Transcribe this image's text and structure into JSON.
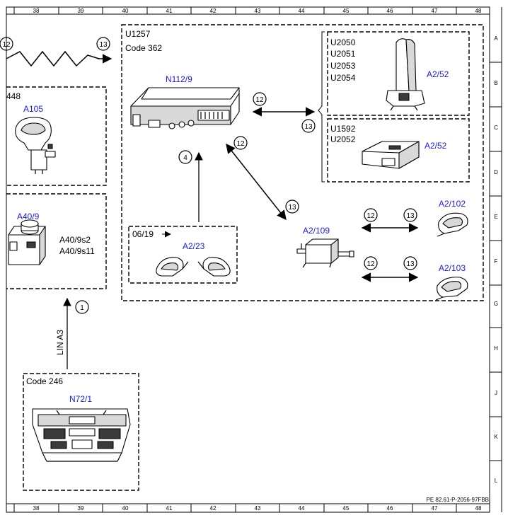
{
  "grid": {
    "columns": [
      "38",
      "39",
      "40",
      "41",
      "42",
      "43",
      "44",
      "45",
      "46",
      "47",
      "48"
    ],
    "rows": [
      "A",
      "B",
      "C",
      "D",
      "E",
      "F",
      "G",
      "H",
      "J",
      "K",
      "L"
    ]
  },
  "labels": {
    "u1257": "U1257",
    "code362": "Code 362",
    "n112_9": "N112/9",
    "u2050": "U2050",
    "u2051": "U2051",
    "u2053": "U2053",
    "u2054": "U2054",
    "a2_52_top": "A2/52",
    "u1592": "U1592",
    "u2052": "U2052",
    "a2_52_bottom": "A2/52",
    "n448": "448",
    "a105": "A105",
    "a40_9": "A40/9",
    "a40_9s2": "A40/9s2",
    "a40_9s11": "A40/9s11",
    "d0619": "06/19",
    "a2_23": "A2/23",
    "a2_109": "A2/109",
    "a2_102": "A2/102",
    "a2_103": "A2/103",
    "lin_a3": "LIN A3",
    "code246": "Code 246",
    "n72_1": "N72/1",
    "doc_ref": "PE 82.61-P-2056-97FBB"
  },
  "callouts": {
    "c12_topleft": "12",
    "c13_topleft": "13",
    "c12_upper": "12",
    "c13_upper": "13",
    "c4": "4",
    "c12_diag": "12",
    "c13_diag": "13",
    "c12_a102": "12",
    "c13_a102": "13",
    "c12_a103": "12",
    "c13_a103": "13",
    "c1": "1"
  },
  "colors": {
    "component_label": "#1a1aee",
    "line": "#000000"
  }
}
